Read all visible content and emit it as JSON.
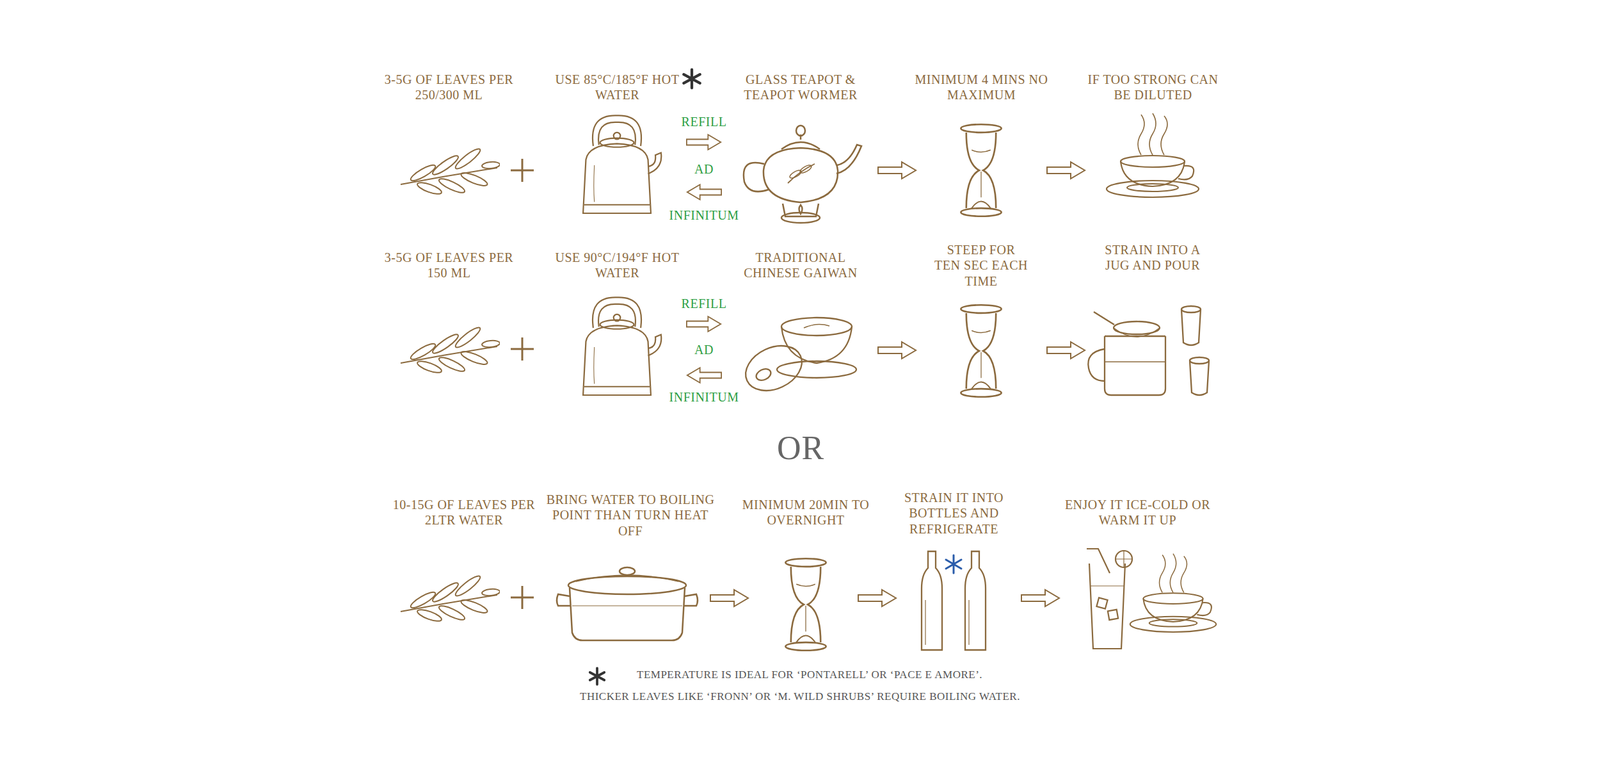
{
  "diagram": {
    "labels": [
      "3-5G OF LEAVES PER 250/300 ML",
      "USE 85°C/185°F HOT WATER",
      "GLASS TEAPOT & TEAPOT WORMER",
      "MINIMUM 4 MINS NO MAXIMUM",
      "IF TOO STRONG CAN BE DILUTED",
      "REFILL",
      "AD",
      "INFINITUM",
      "3-5G OF LEAVES PER 150 ML",
      "USE 90°C/194°F HOT WATER",
      "TRADITIONAL CHINESE GAIWAN",
      "STEEP FOR TEN SEC EACH TIME",
      "STRAIN INTO A JUG AND POUR",
      "REFILL",
      "AD",
      "INFINITUM",
      "OR",
      "10-15G OF LEAVES PER 2LTR WATER",
      "BRING WATER TO BOILING POINT THAN TURN HEAT OFF",
      "MINIMUM 20MIN TO OVERNIGHT",
      "STRAIN IT INTO BOTTLES AND REFRIGERATE",
      "ENJOY IT ICE-COLD OR WARM IT UP",
      "TEMPERATURE IS IDEAL FOR ‘PONTARELL’ OR ‘PACE E AMORE’.",
      "THICKER LEAVES LIKE ‘FRONN’ OR ‘M. WILD SHRUBS’ REQUIRE BOILING WATER."
    ]
  }
}
